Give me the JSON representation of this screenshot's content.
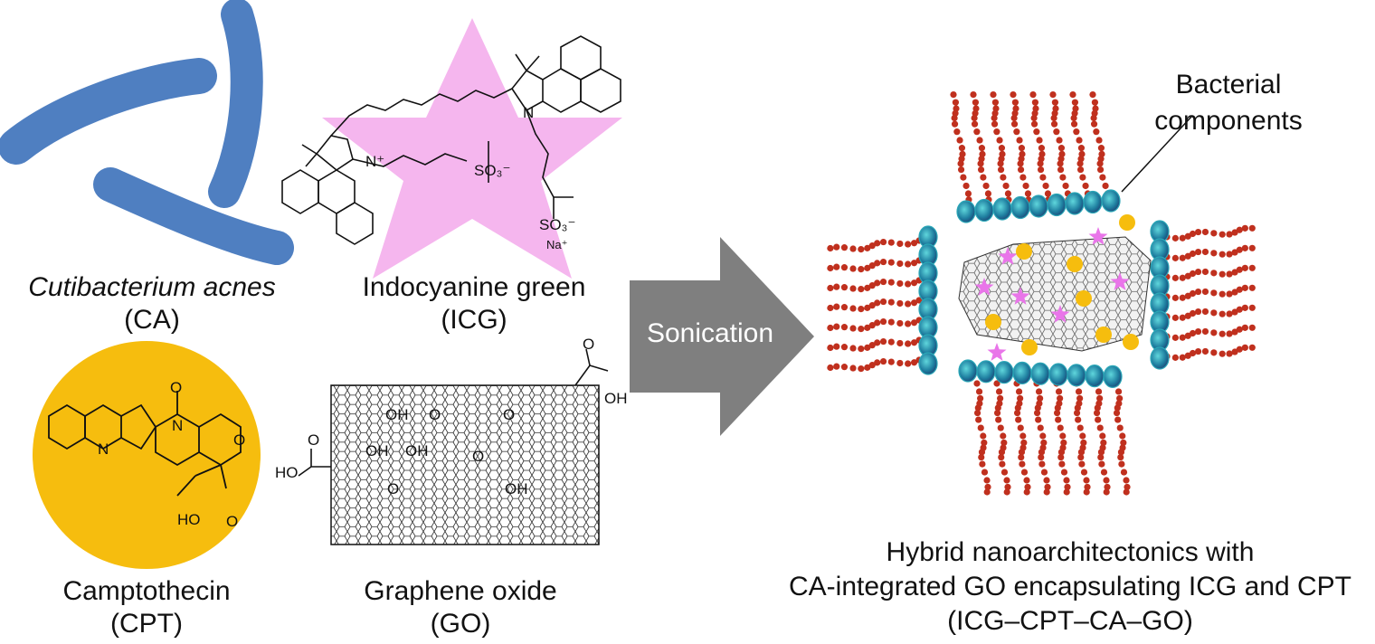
{
  "left_panel": {
    "bacterium": {
      "name": "Cutibacterium acnes",
      "abbr": "(CA)",
      "color": "#4f7fc1"
    },
    "icg": {
      "name": "Indocyanine green",
      "abbr": "(ICG)",
      "star_color": "#f5b6ee"
    },
    "cpt": {
      "name": "Camptothecin",
      "abbr": "(CPT)",
      "circle_color": "#f6bd0e"
    },
    "go": {
      "name": "Graphene oxide",
      "abbr": "(GO)"
    }
  },
  "chem_labels": {
    "icg_n_plus": "N⁺",
    "icg_n": "N",
    "icg_so3_a": "SO₃⁻",
    "icg_so3_b": "SO₃⁻",
    "icg_na": "Na⁺",
    "cpt_n1": "N",
    "cpt_n2": "N",
    "cpt_o1": "O",
    "cpt_o2": "O",
    "cpt_o3": "O",
    "cpt_ho": "HO",
    "go_cooh_top": "OH",
    "go_o_top": "O",
    "go_ho_left": "HO",
    "go_o_left": "O",
    "go_oh": [
      "OH",
      "OH",
      "OH",
      "OH"
    ],
    "go_o": [
      "O",
      "O",
      "O",
      "O"
    ]
  },
  "arrow": {
    "label": "Sonication",
    "color": "#7f7f7f"
  },
  "right_panel": {
    "callout": {
      "line1": "Bacterial",
      "line2": "components"
    },
    "result": {
      "line1": "Hybrid nanoarchitectonics with",
      "line2": "CA-integrated GO encapsulating ICG and CPT",
      "line3": "(ICG–CPT–CA–GO)"
    },
    "colors": {
      "membrane": "#2aa7b7",
      "membrane_dark": "#1b3f74",
      "chain": "#c0301e",
      "star": "#e975e9",
      "dot": "#f6bd0e"
    }
  }
}
